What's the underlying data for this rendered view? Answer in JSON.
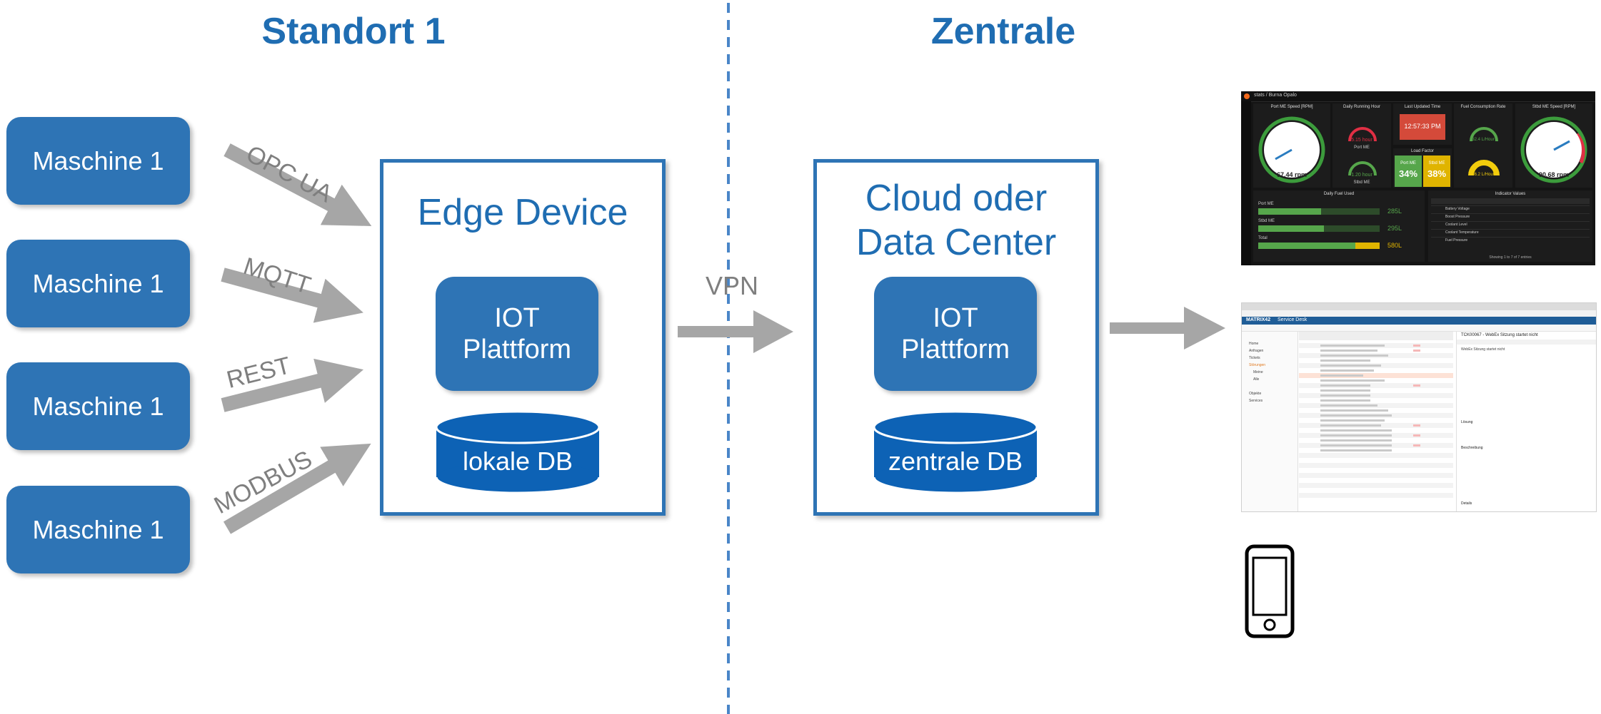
{
  "headings": {
    "left": "Standort 1",
    "right": "Zentrale"
  },
  "machines": [
    "Maschine 1",
    "Maschine 1",
    "Maschine 1",
    "Maschine 1"
  ],
  "protocols": [
    "OPC UA",
    "MQTT",
    "REST",
    "MODBUS"
  ],
  "edge": {
    "title": "Edge Device",
    "iot_line1": "IOT",
    "iot_line2": "Plattform",
    "db": "lokale DB"
  },
  "vpn": "VPN",
  "cloud": {
    "title_line1": "Cloud oder",
    "title_line2": "Data Center",
    "iot_line1": "IOT",
    "iot_line2": "Plattform",
    "db": "zentrale DB"
  },
  "colors": {
    "accent": "#2e74b5",
    "heading": "#1f6db2",
    "arrow": "#a6a6a6",
    "divider": "#4a86c8"
  },
  "dashboard": {
    "breadcrumb": "stats / Burna Opalo",
    "panels": [
      "Port ME Speed [RPM]",
      "Daily Running Hour",
      "Last Updated Time",
      "Fuel Consumption Rate",
      "Stbd ME Speed [RPM]"
    ],
    "gauge_left": "67.44 rpm",
    "gauge_right": "90.68 rpm",
    "time": "12:57:33 PM",
    "running_hour_1": "5.15 hour",
    "running_hour_2": "1.20 hour",
    "fuel_rate_1": "32.4 L/Hour",
    "fuel_rate_2": "36.2 L/Hour",
    "load_title": "Load Factor",
    "load_port_label": "Port ME",
    "load_port_value": "34%",
    "load_stbd_label": "Stbd ME",
    "load_stbd_value": "38%",
    "port_me": "Port ME",
    "stbd_me": "Stbd ME",
    "daily_fuel": "Daily Fuel Used",
    "fuel_rows": [
      {
        "label": "Port ME",
        "value": "285L"
      },
      {
        "label": "Stbd ME",
        "value": "295L"
      },
      {
        "label": "Total",
        "value": "580L"
      }
    ],
    "indicator_title": "Indicator Values",
    "indicators": [
      "Battery Voltage",
      "Boost Pressure",
      "Coolant Level",
      "Coolant Temperature",
      "Fuel Pressure"
    ],
    "footer": "Showing 1 to 7 of 7 entries"
  },
  "servicedesk": {
    "logo": "MATRIX42",
    "app": "Service Desk",
    "ticket_title": "TCK00067 - WebEx Sitzung startet nicht",
    "subtitle": "WebEx Sitzung startet nicht",
    "nav": [
      "Home",
      "Anfragen",
      "Tickets",
      "Störungen",
      "Meine",
      "Alle",
      "Objekte",
      "Services"
    ],
    "sections": [
      "Lösung",
      "Beschreibung",
      "Details"
    ]
  }
}
